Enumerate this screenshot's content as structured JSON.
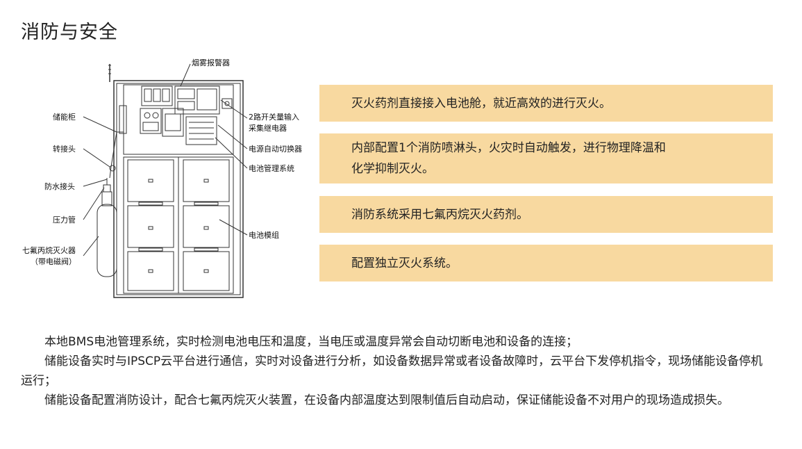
{
  "page": {
    "title": "消防与安全"
  },
  "diagram": {
    "labels": {
      "smoke_alarm": "烟雾报警器",
      "relay_line1": "2路开关量输入",
      "relay_line2": "采集继电器",
      "cabinet": "储能柜",
      "adapter": "转接头",
      "power_switch": "电源自动切换器",
      "bms": "电池管理系统",
      "waterproof": "防水接头",
      "pressure_pipe": "压力管",
      "battery_module": "电池模组",
      "extinguisher_line1": "七氟丙烷灭火器",
      "extinguisher_line2": "（带电磁阀）"
    }
  },
  "features": [
    {
      "text": "灭火药剂直接接入电池舱，就近高效的进行灭火。"
    },
    {
      "line1": "内部配置1个消防喷淋头，火灾时自动触发，进行物理降温和",
      "line2": "化学抑制灭火。"
    },
    {
      "text": "消防系统采用七氟丙烷灭火药剂。"
    },
    {
      "text": "配置独立灭火系统。"
    }
  ],
  "paragraphs": [
    "本地BMS电池管理系统，实时检测电池电压和温度，当电压或温度异常会自动切断电池和设备的连接；",
    "储能设备实时与IPSCP云平台进行通信，实时对设备进行分析，如设备数据异常或者设备故障时，云平台下发停机指令，现场储能设备停机运行；",
    "储能设备配置消防设计，配合七氟丙烷灭火装置，在设备内部温度达到限制值后自动启动，保证储能设备不对用户的现场造成损失。"
  ],
  "colors": {
    "feature_bg": "#f8d9a0",
    "text": "#222222",
    "line": "#333333"
  }
}
